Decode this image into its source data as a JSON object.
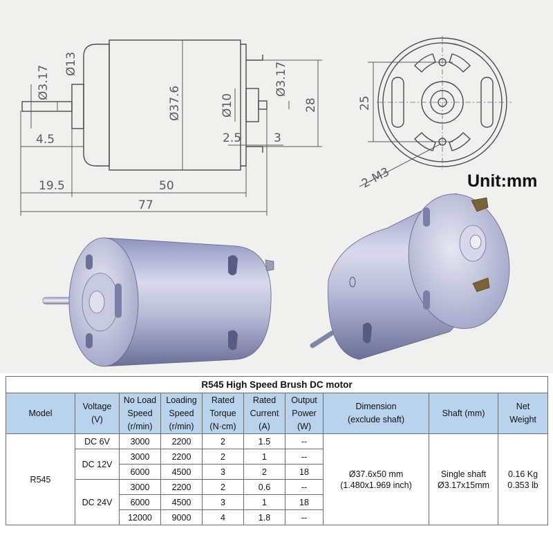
{
  "drawing": {
    "unit_label": "Unit:mm",
    "dims": {
      "d_shaft": "Ø3.17",
      "d_boss": "Ø13",
      "d_body": "Ø37.6",
      "d_rear_boss": "Ø10",
      "d_rear_shaft": "Ø3.17",
      "h_28": "28",
      "w_25": "25",
      "terminal_2_5": "2.5",
      "terminal_3": "3",
      "boss_4_5": "4.5",
      "shaft_19_5": "19.5",
      "body_50": "50",
      "total_77": "77",
      "holes": "2-M3"
    }
  },
  "table": {
    "title": "R545 High Speed Brush DC motor",
    "headers": [
      "Model",
      "Voltage\n(V)",
      "No Load\nSpeed\n(r/min)",
      "Loading\nSpeed\n(r/min)",
      "Rated\nTorque\n(N·cm)",
      "Rated\nCurrent\n(A)",
      "Output\nPower\n(W)",
      "Dimension\n(exclude shaft)",
      "Shaft (mm)",
      "Net\nWeight"
    ],
    "model": "R545",
    "dimension": "Ø37.6x50 mm\n(1.480x1.969 inch)",
    "shaft": "Single shaft\nØ3.17x15mm",
    "weight": "0.16 Kg\n0.353 lb",
    "groups": [
      {
        "voltage": "DC 6V",
        "rows": [
          [
            "3000",
            "2200",
            "2",
            "1.5",
            "--"
          ]
        ]
      },
      {
        "voltage": "DC 12V",
        "rows": [
          [
            "3000",
            "2200",
            "2",
            "1",
            "--"
          ],
          [
            "6000",
            "4500",
            "3",
            "2",
            "18"
          ]
        ]
      },
      {
        "voltage": "DC 24V",
        "rows": [
          [
            "3000",
            "2200",
            "2",
            "0.6",
            "--"
          ],
          [
            "6000",
            "4500",
            "3",
            "1",
            "18"
          ],
          [
            "12000",
            "9000",
            "4",
            "1.8",
            "--"
          ]
        ]
      }
    ]
  }
}
